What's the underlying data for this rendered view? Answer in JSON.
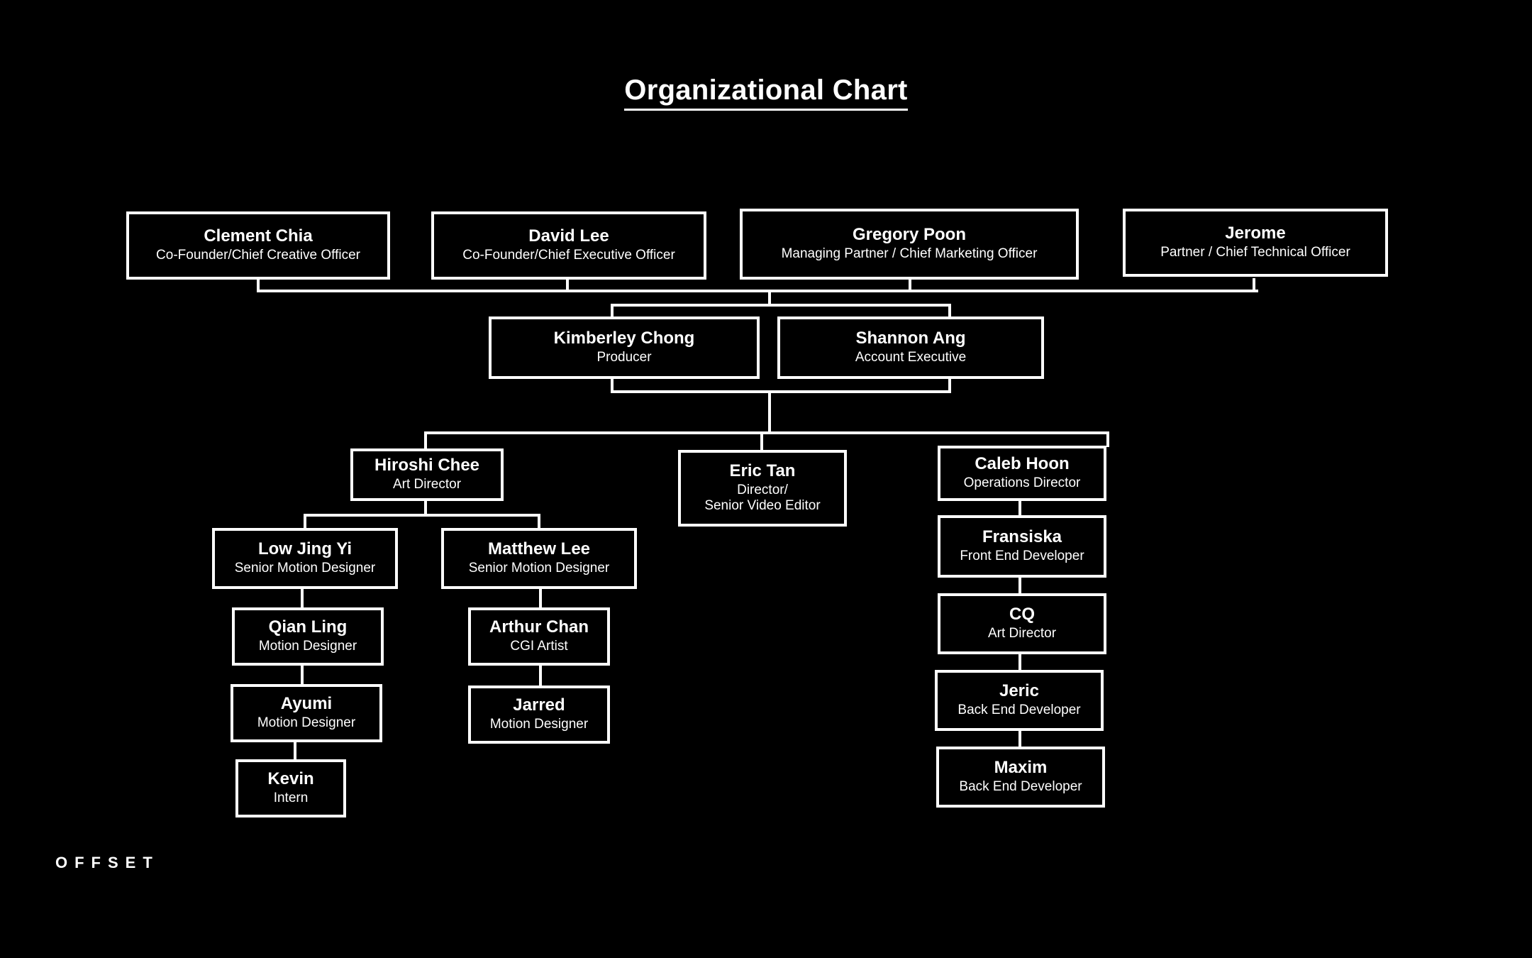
{
  "title": "Organizational Chart",
  "watermark": "OFFSET",
  "colors": {
    "background": "#000000",
    "foreground": "#ffffff",
    "border": "#ffffff"
  },
  "nodes": {
    "clement_chia": {
      "name": "Clement Chia",
      "role": "Co-Founder/Chief Creative Officer"
    },
    "david_lee": {
      "name": "David Lee",
      "role": "Co-Founder/Chief Executive Officer"
    },
    "gregory_poon": {
      "name": "Gregory Poon",
      "role": "Managing Partner / Chief Marketing Officer"
    },
    "jerome": {
      "name": "Jerome",
      "role": "Partner / Chief Technical Officer"
    },
    "kimberley_chong": {
      "name": "Kimberley Chong",
      "role": "Producer"
    },
    "shannon_ang": {
      "name": "Shannon Ang",
      "role": "Account Executive"
    },
    "hiroshi_chee": {
      "name": "Hiroshi Chee",
      "role": "Art Director"
    },
    "eric_tan": {
      "name": "Eric Tan",
      "role": "Director/\nSenior Video Editor"
    },
    "caleb_hoon": {
      "name": "Caleb Hoon",
      "role": "Operations Director"
    },
    "low_jing_yi": {
      "name": "Low Jing Yi",
      "role": "Senior Motion Designer"
    },
    "matthew_lee": {
      "name": "Matthew Lee",
      "role": "Senior Motion Designer"
    },
    "qian_ling": {
      "name": "Qian Ling",
      "role": "Motion Designer"
    },
    "arthur_chan": {
      "name": "Arthur Chan",
      "role": "CGI Artist"
    },
    "ayumi": {
      "name": "Ayumi",
      "role": "Motion Designer"
    },
    "jarred": {
      "name": "Jarred",
      "role": "Motion Designer"
    },
    "kevin": {
      "name": "Kevin",
      "role": "Intern"
    },
    "fransiska": {
      "name": "Fransiska",
      "role": "Front End Developer"
    },
    "cq": {
      "name": "CQ",
      "role": "Art Director"
    },
    "jeric": {
      "name": "Jeric",
      "role": "Back End Developer"
    },
    "maxim": {
      "name": "Maxim",
      "role": "Back End Developer"
    }
  },
  "hierarchy": {
    "level_1": [
      "clement_chia",
      "david_lee",
      "gregory_poon",
      "jerome"
    ],
    "level_2": [
      "kimberley_chong",
      "shannon_ang"
    ],
    "level_3": [
      "hiroshi_chee",
      "eric_tan",
      "caleb_hoon"
    ],
    "level_4_left": [
      "low_jing_yi",
      "matthew_lee"
    ],
    "chain_low_jing_yi": [
      "qian_ling",
      "ayumi",
      "kevin"
    ],
    "chain_matthew_lee": [
      "arthur_chan",
      "jarred"
    ],
    "chain_caleb_hoon": [
      "fransiska",
      "cq",
      "jeric",
      "maxim"
    ]
  }
}
